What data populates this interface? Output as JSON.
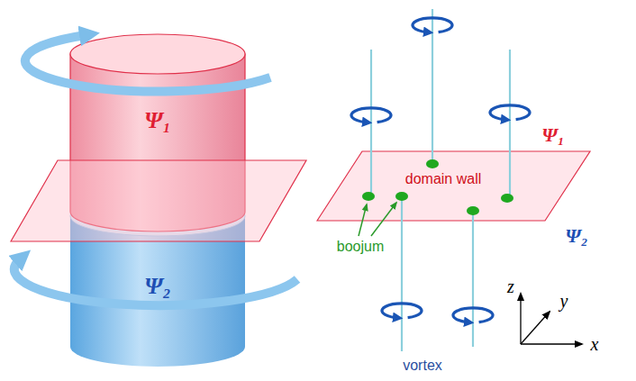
{
  "diagram": {
    "labels": [
      "Ψ₁",
      "Ψ₂",
      "Ψ₁",
      "domain wall",
      "Ψ₂",
      "boojum",
      "vortex",
      "z",
      "y",
      "x"
    ]
  }
}
